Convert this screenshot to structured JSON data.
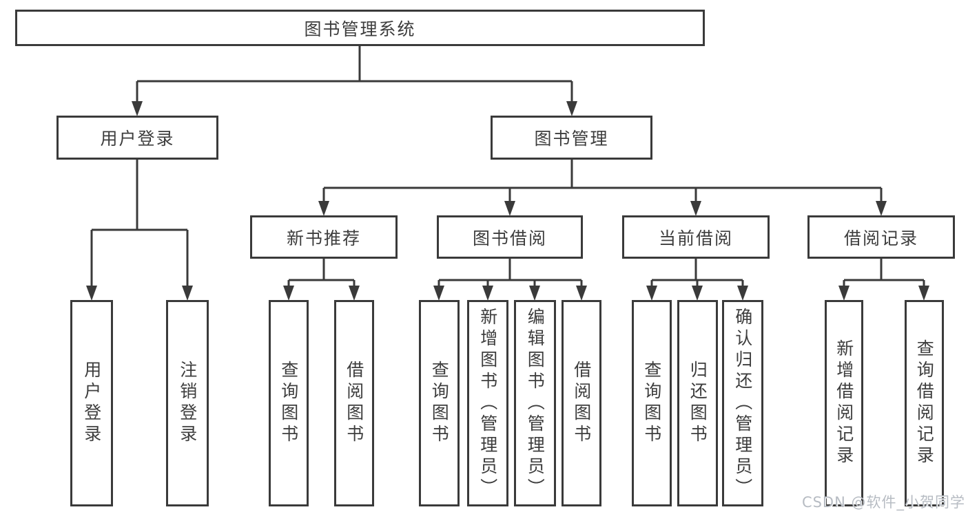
{
  "diagram": {
    "type": "hierarchy-tree",
    "direction": "top-down",
    "colors": {
      "background": "#ffffff",
      "line": "#3a3a3a",
      "box_border": "#3a3a3a",
      "box_fill": "#ffffff",
      "text": "#3d3d3d",
      "watermark": "#b7bcc3"
    }
  },
  "tree": {
    "label": "图书管理系统",
    "children": [
      {
        "label": "用户登录",
        "children": [
          {
            "label": "用户登录"
          },
          {
            "label": "注销登录"
          }
        ]
      },
      {
        "label": "图书管理",
        "children": [
          {
            "label": "新书推荐",
            "children": [
              {
                "label": "查询图书"
              },
              {
                "label": "借阅图书"
              }
            ]
          },
          {
            "label": "图书借阅",
            "children": [
              {
                "label": "查询图书"
              },
              {
                "label": "新增图书（管理员）"
              },
              {
                "label": "编辑图书（管理员）"
              },
              {
                "label": "借阅图书"
              }
            ]
          },
          {
            "label": "当前借阅",
            "children": [
              {
                "label": "查询图书"
              },
              {
                "label": "归还图书"
              },
              {
                "label": "确认归还（管理员）"
              }
            ]
          },
          {
            "label": "借阅记录",
            "children": [
              {
                "label": "新增借阅记录"
              },
              {
                "label": "查询借阅记录"
              }
            ]
          }
        ]
      }
    ]
  },
  "watermark": {
    "text": "CSDN @软件_小贺同学"
  }
}
